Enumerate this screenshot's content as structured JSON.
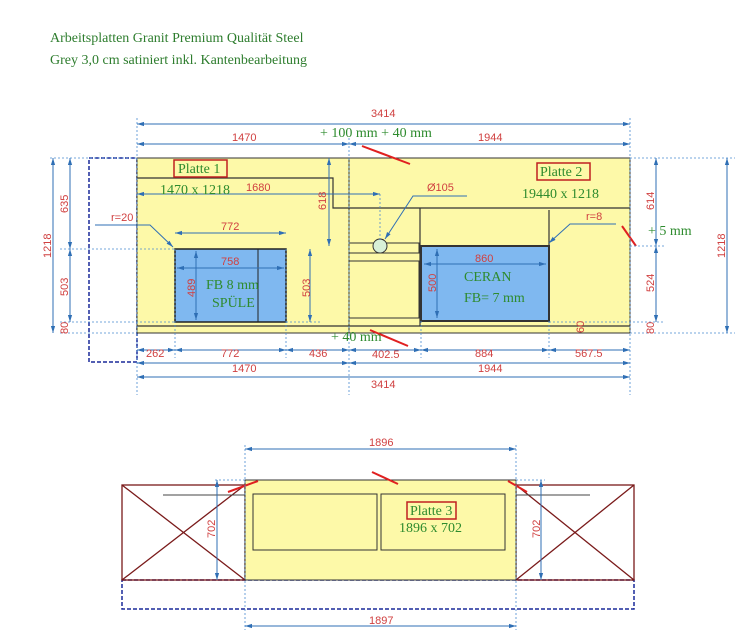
{
  "header": {
    "line1": "Arbeitsplatten Granit Premium Qualität Steel",
    "line2": "Grey 3,0 cm satiniert inkl. Kantenbearbeitung"
  },
  "colors": {
    "plate": "#fdf9a8",
    "cutout": "#7fb8f0",
    "dimension": "#d04040",
    "label": "#2e8b2e",
    "line": "#2f6fb5"
  },
  "top_plan": {
    "plate1": {
      "name": "Platte 1",
      "size": "1470 x 1218"
    },
    "plate2": {
      "name": "Platte 2",
      "size": "19440 x 1218"
    },
    "sink": {
      "line1": "FB 8 mm",
      "line2": "SPÜLE"
    },
    "hob": {
      "line1": "CERAN",
      "line2": "FB= 7 mm"
    },
    "notes": {
      "top": "+ 100 mm + 40 mm",
      "bottom": "+ 40 mm",
      "right": "+ 5 mm"
    },
    "dims": {
      "total_top": "3414",
      "p1_top": "1470",
      "p2_top": "1944",
      "d1680": "1680",
      "d618": "618",
      "hole": "Ø105",
      "r20": "r=20",
      "r8": "r=8",
      "sink_outer": "772",
      "sink_inner": "758",
      "sink_h": "489",
      "sink_h2": "503",
      "hob_w": "860",
      "hob_h": "500",
      "d60": "60",
      "left_total": "1218",
      "left_635": "635",
      "left_503": "503",
      "left_80": "80",
      "right_614": "614",
      "right_524": "524",
      "right_80": "80",
      "right_total": "1218",
      "b262": "262",
      "b772": "772",
      "b436": "436",
      "b402": "402.5",
      "b884": "884",
      "b567": "567.5",
      "b1470": "1470",
      "b1944": "1944",
      "b3414": "3414"
    }
  },
  "island": {
    "plate3": {
      "name": "Platte 3",
      "size": "1896 x 702"
    },
    "dims": {
      "top": "1896",
      "bottom": "1897",
      "left": "702",
      "right": "702"
    }
  }
}
